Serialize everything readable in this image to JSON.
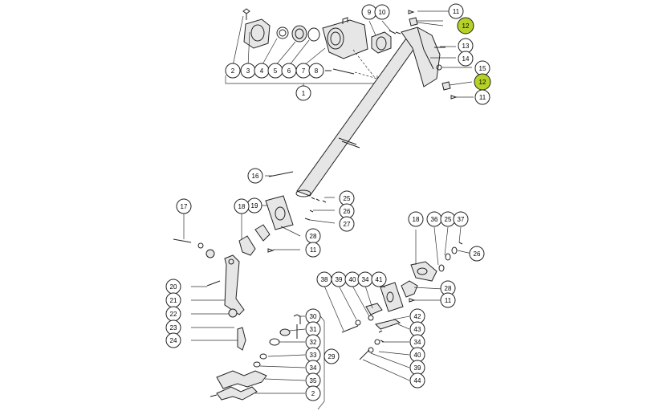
{
  "diagram": {
    "accent_highlight": "#b5d227",
    "callouts": [
      {
        "label": "2"
      },
      {
        "label": "3"
      },
      {
        "label": "4"
      },
      {
        "label": "5"
      },
      {
        "label": "6"
      },
      {
        "label": "7"
      },
      {
        "label": "8"
      },
      {
        "label": "1"
      },
      {
        "label": "9"
      },
      {
        "label": "10"
      },
      {
        "label": "11"
      },
      {
        "label": "12"
      },
      {
        "label": "13"
      },
      {
        "label": "14"
      },
      {
        "label": "15"
      },
      {
        "label": "12"
      },
      {
        "label": "11"
      },
      {
        "label": "16"
      },
      {
        "label": "19"
      },
      {
        "label": "25"
      },
      {
        "label": "26"
      },
      {
        "label": "27"
      },
      {
        "label": "28"
      },
      {
        "label": "11"
      },
      {
        "label": "17"
      },
      {
        "label": "18"
      },
      {
        "label": "20"
      },
      {
        "label": "21"
      },
      {
        "label": "22"
      },
      {
        "label": "23"
      },
      {
        "label": "24"
      },
      {
        "label": "30"
      },
      {
        "label": "31"
      },
      {
        "label": "32"
      },
      {
        "label": "33"
      },
      {
        "label": "34"
      },
      {
        "label": "35"
      },
      {
        "label": "2"
      },
      {
        "label": "29"
      },
      {
        "label": "18"
      },
      {
        "label": "36"
      },
      {
        "label": "25"
      },
      {
        "label": "37"
      },
      {
        "label": "26"
      },
      {
        "label": "28"
      },
      {
        "label": "11"
      },
      {
        "label": "38"
      },
      {
        "label": "39"
      },
      {
        "label": "40"
      },
      {
        "label": "34"
      },
      {
        "label": "41"
      },
      {
        "label": "42"
      },
      {
        "label": "43"
      },
      {
        "label": "34"
      },
      {
        "label": "40"
      },
      {
        "label": "39"
      },
      {
        "label": "44"
      }
    ]
  }
}
